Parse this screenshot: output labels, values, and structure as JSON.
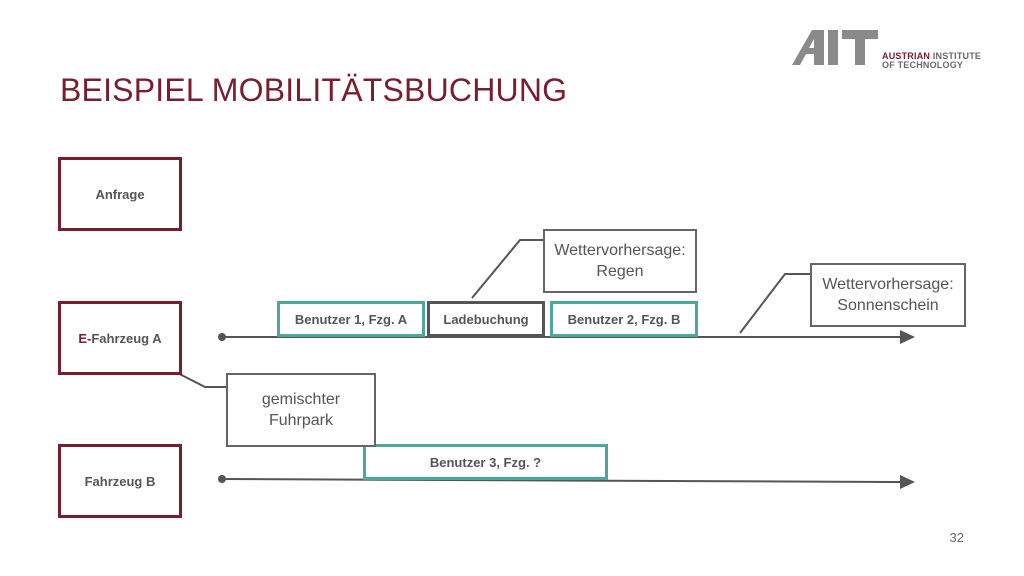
{
  "slide": {
    "title": "BEISPIEL MOBILITÄTSBUCHUNG",
    "page_number": "32"
  },
  "logo": {
    "word": "AIT",
    "line1_a": "AUSTRIAN",
    "line1_b": "INSTITUTE",
    "line2": "OF TECHNOLOGY"
  },
  "rows": {
    "request": {
      "label": "Anfrage"
    },
    "vehicle_a": {
      "prefix": "E-",
      "label": "Fahrzeug A"
    },
    "vehicle_b": {
      "label": "Fahrzeug B"
    }
  },
  "bookings": {
    "user1": "Benutzer 1, Fzg. A",
    "charge": "Ladebuchung",
    "user2": "Benutzer 2, Fzg. B",
    "user3": "Benutzer 3, Fzg. ?"
  },
  "callouts": {
    "rain": {
      "line1": "Wettervorhersage:",
      "line2": "Regen"
    },
    "sun": {
      "line1": "Wettervorhersage:",
      "line2": "Sonnenschein"
    },
    "fleet": {
      "line1": "gemischter",
      "line2": "Fuhrpark"
    }
  },
  "colors": {
    "accent": "#7a1d2e",
    "teal": "#4da89c",
    "gray": "#555555"
  }
}
